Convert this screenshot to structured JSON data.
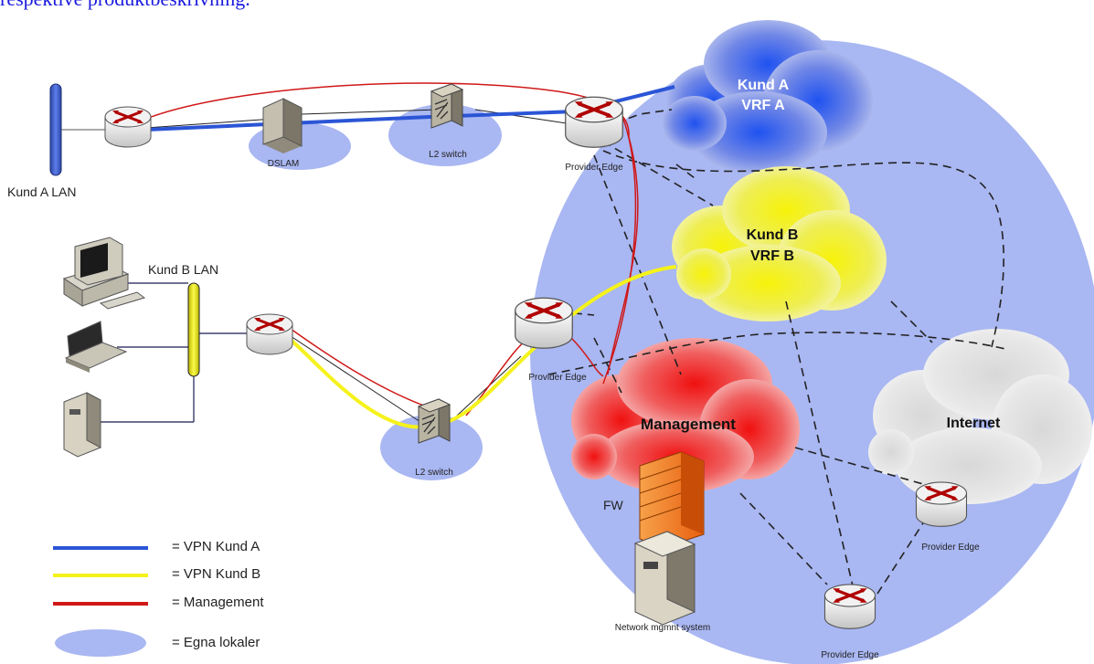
{
  "header_text": "respektive produktbeskrivning.",
  "clouds": {
    "kund_a": {
      "line1": "Kund A",
      "line2": "VRF A"
    },
    "kund_b": {
      "line1": "Kund B",
      "line2": "VRF B"
    },
    "management": "Management",
    "internet": "Internet"
  },
  "labels": {
    "kund_a_lan": "Kund A LAN",
    "kund_b_lan": "Kund B LAN",
    "dslam": "DSLAM",
    "l2_switch_top": "L2 switch",
    "l2_switch_bottom": "L2 switch",
    "pe_top": "Provider Edge",
    "pe_mid": "Provider Edge",
    "pe_right": "Provider Edge",
    "pe_bottom": "Provider Edge",
    "fw": "FW",
    "nms": "Network mgmnt system"
  },
  "legend": [
    {
      "text": "= VPN Kund A",
      "color": "#2b55d6"
    },
    {
      "text": "= VPN Kund B",
      "color": "#f5f21c"
    },
    {
      "text": "= Management",
      "color": "#d01818"
    },
    {
      "text": "= Egna lokaler",
      "color": "#a9b7f2"
    }
  ],
  "colors": {
    "vpn_a": "#2b55d6",
    "vpn_b": "#f5f21c",
    "management": "#d01818",
    "premises": "#a9b7f2"
  }
}
